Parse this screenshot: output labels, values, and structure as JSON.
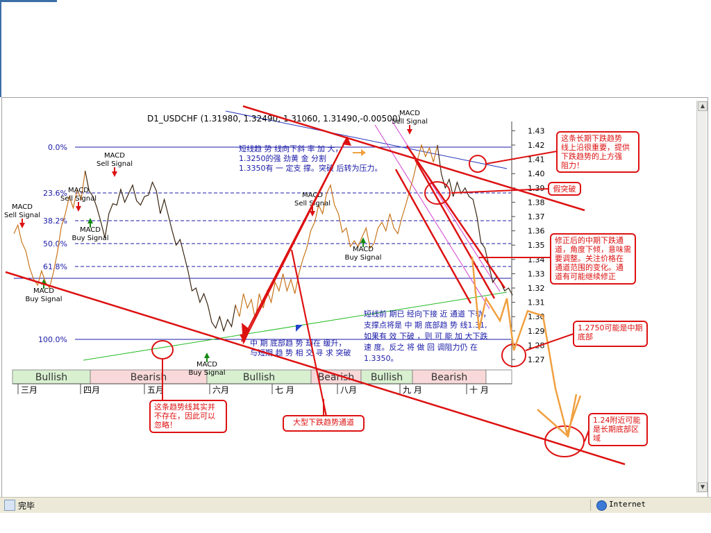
{
  "statusbar": {
    "status": "完毕",
    "zone": "Internet"
  },
  "chart_data": {
    "type": "line",
    "title": "D1_USDCHF (1.31980, 1.32490, 1.31060, 1.31490,-0.00500)",
    "y_ticks": [
      "1.43",
      "1.42",
      "1.41",
      "1.40",
      "1.39",
      "1.38",
      "1.37",
      "1.36",
      "1.35",
      "1.34",
      "1.33",
      "1.32",
      "1.31",
      "1.30",
      "1.29",
      "1.28",
      "1.27"
    ],
    "ylim": [
      1.265,
      1.44
    ],
    "months": [
      "三月",
      "四月",
      "五月",
      "六月",
      "七 月",
      "八月",
      "九 月",
      "十 月"
    ],
    "fib_levels": [
      {
        "label": "0.0%",
        "value": 1.418
      },
      {
        "label": "23.6%",
        "value": 1.387
      },
      {
        "label": "38.2%",
        "value": 1.368
      },
      {
        "label": "50.0%",
        "value": 1.352
      },
      {
        "label": "61.8%",
        "value": 1.336
      },
      {
        "label": "100.0%",
        "value": 1.286
      }
    ],
    "trend_bands": [
      {
        "label": "Bullish",
        "kind": "bullish"
      },
      {
        "label": "Bearish",
        "kind": "bearish"
      },
      {
        "label": "Bullish",
        "kind": "bullish"
      },
      {
        "label": "Bearish",
        "kind": "bearish"
      },
      {
        "label": "Bullish",
        "kind": "bullish"
      },
      {
        "label": "Bearish",
        "kind": "bearish"
      }
    ],
    "signals": [
      {
        "lines": [
          "MACD",
          "Sell Signal"
        ],
        "kind": "sell"
      },
      {
        "lines": [
          "MACD",
          "Sell Signal"
        ],
        "kind": "sell"
      },
      {
        "lines": [
          "MACD",
          "Sell Signal"
        ],
        "kind": "sell"
      },
      {
        "lines": [
          "MACD",
          "Sell Signal"
        ],
        "kind": "sell"
      },
      {
        "lines": [
          "MACD",
          "Sell Signal"
        ],
        "kind": "sell"
      },
      {
        "lines": [
          "MACD",
          "Buy Signal"
        ],
        "kind": "buy"
      },
      {
        "lines": [
          "MACD",
          "Buy Signal"
        ],
        "kind": "buy"
      },
      {
        "lines": [
          "MACD",
          "Buy Signal"
        ],
        "kind": "buy"
      },
      {
        "lines": [
          "MACD",
          "Buy Signal"
        ],
        "kind": "buy"
      }
    ],
    "chart_notes": [
      {
        "lines": [
          "短线趋 势 线向下斜 率 加 大，",
          "1.3250的强 劲黄 金 分割",
          "1.3350有 一 定支 撑。突破 后转为压力。"
        ]
      },
      {
        "lines": [
          "短线前 期已 经向下接 近 通道 下轨，",
          "支撑点将是 中 期 底部趋 势 线1.31,",
          "如果有 效 下破  ，则 可 能 加 大下跌",
          "速 度。反之 将 做 回 调阻力仍 在",
          "1.3350。"
        ]
      },
      {
        "lines": [
          "中 期  底部趋 势 却在 缓升，",
          "与短期 趋 势 相 交 寻 求 突破"
        ]
      }
    ],
    "callouts": [
      {
        "lines": [
          "这条长期下跌趋势",
          "线上沿很重要，提供",
          "下跌趋势的上方强",
          "阻力！"
        ]
      },
      {
        "lines": [
          "假突破"
        ]
      },
      {
        "lines": [
          "修正后的中期下跌通",
          "道，角度下倾，意味需",
          "要调整。关注价格在",
          "通道范围的变化。通",
          "道有可能继续修正"
        ]
      },
      {
        "lines": [
          "1.2750可能是中期",
          "底部"
        ]
      },
      {
        "lines": [
          "1.24附近可能",
          "是长期底部区",
          "域"
        ]
      },
      {
        "lines": [
          "这条趋势线其实并",
          "不存在，因此可以",
          "忽略！"
        ]
      },
      {
        "lines": [
          "大型下跌趋势通道"
        ]
      }
    ],
    "series": [
      {
        "name": "",
        "values": [
          [
            0,
            1.358
          ],
          [
            2,
            1.364
          ],
          [
            4,
            1.352
          ],
          [
            6,
            1.346
          ],
          [
            8,
            1.334
          ],
          [
            10,
            1.326
          ],
          [
            12,
            1.322
          ],
          [
            14,
            1.332
          ],
          [
            16,
            1.324
          ],
          [
            18,
            1.32
          ],
          [
            20,
            1.331
          ],
          [
            22,
            1.345
          ],
          [
            24,
            1.363
          ],
          [
            26,
            1.372
          ],
          [
            28,
            1.384
          ],
          [
            30,
            1.376
          ],
          [
            32,
            1.389
          ],
          [
            34,
            1.382
          ],
          [
            36,
            1.402
          ],
          [
            38,
            1.388
          ],
          [
            40,
            1.384
          ],
          [
            42,
            1.376
          ],
          [
            44,
            1.366
          ],
          [
            46,
            1.355
          ],
          [
            48,
            1.372
          ],
          [
            50,
            1.379
          ],
          [
            52,
            1.378
          ],
          [
            54,
            1.389
          ],
          [
            56,
            1.38
          ],
          [
            58,
            1.386
          ],
          [
            60,
            1.392
          ],
          [
            62,
            1.381
          ],
          [
            64,
            1.378
          ],
          [
            66,
            1.384
          ],
          [
            68,
            1.385
          ],
          [
            70,
            1.394
          ],
          [
            72,
            1.388
          ],
          [
            74,
            1.372
          ],
          [
            76,
            1.382
          ],
          [
            78,
            1.371
          ],
          [
            80,
            1.36
          ],
          [
            82,
            1.35
          ],
          [
            84,
            1.354
          ],
          [
            86,
            1.343
          ],
          [
            88,
            1.332
          ],
          [
            90,
            1.318
          ],
          [
            92,
            1.32
          ],
          [
            94,
            1.31
          ],
          [
            96,
            1.316
          ],
          [
            98,
            1.308
          ],
          [
            100,
            1.296
          ],
          [
            102,
            1.292
          ],
          [
            104,
            1.3
          ],
          [
            106,
            1.29
          ],
          [
            108,
            1.298
          ],
          [
            110,
            1.293
          ],
          [
            112,
            1.308
          ],
          [
            114,
            1.3
          ],
          [
            116,
            1.316
          ],
          [
            118,
            1.306
          ],
          [
            120,
            1.312
          ],
          [
            122,
            1.298
          ],
          [
            124,
            1.316
          ],
          [
            126,
            1.306
          ],
          [
            128,
            1.318
          ],
          [
            130,
            1.31
          ],
          [
            132,
            1.324
          ],
          [
            134,
            1.318
          ],
          [
            136,
            1.33
          ],
          [
            138,
            1.318
          ],
          [
            140,
            1.326
          ],
          [
            142,
            1.316
          ],
          [
            144,
            1.33
          ],
          [
            146,
            1.34
          ],
          [
            148,
            1.348
          ],
          [
            150,
            1.36
          ],
          [
            152,
            1.366
          ],
          [
            154,
            1.378
          ],
          [
            156,
            1.372
          ],
          [
            158,
            1.386
          ],
          [
            160,
            1.392
          ],
          [
            162,
            1.378
          ],
          [
            164,
            1.372
          ],
          [
            166,
            1.359
          ],
          [
            168,
            1.362
          ],
          [
            170,
            1.349
          ],
          [
            172,
            1.353
          ],
          [
            174,
            1.349
          ],
          [
            176,
            1.356
          ],
          [
            178,
            1.362
          ],
          [
            180,
            1.348
          ],
          [
            182,
            1.351
          ],
          [
            184,
            1.362
          ],
          [
            186,
            1.366
          ],
          [
            188,
            1.36
          ],
          [
            190,
            1.372
          ],
          [
            192,
            1.362
          ],
          [
            194,
            1.358
          ],
          [
            196,
            1.369
          ],
          [
            198,
            1.378
          ],
          [
            200,
            1.388
          ],
          [
            202,
            1.398
          ],
          [
            204,
            1.41
          ],
          [
            206,
            1.42
          ],
          [
            208,
            1.412
          ],
          [
            210,
            1.418
          ],
          [
            212,
            1.408
          ],
          [
            214,
            1.42
          ],
          [
            216,
            1.4
          ],
          [
            218,
            1.39
          ],
          [
            220,
            1.396
          ],
          [
            222,
            1.384
          ],
          [
            224,
            1.394
          ],
          [
            226,
            1.386
          ],
          [
            228,
            1.39
          ],
          [
            230,
            1.384
          ],
          [
            232,
            1.382
          ],
          [
            234,
            1.37
          ],
          [
            236,
            1.352
          ],
          [
            238,
            1.348
          ],
          [
            240,
            1.336
          ],
          [
            242,
            1.324
          ],
          [
            244,
            1.328
          ],
          [
            246,
            1.324
          ],
          [
            248,
            1.318
          ],
          [
            250,
            1.32
          ],
          [
            252,
            1.315
          ]
        ]
      }
    ]
  }
}
